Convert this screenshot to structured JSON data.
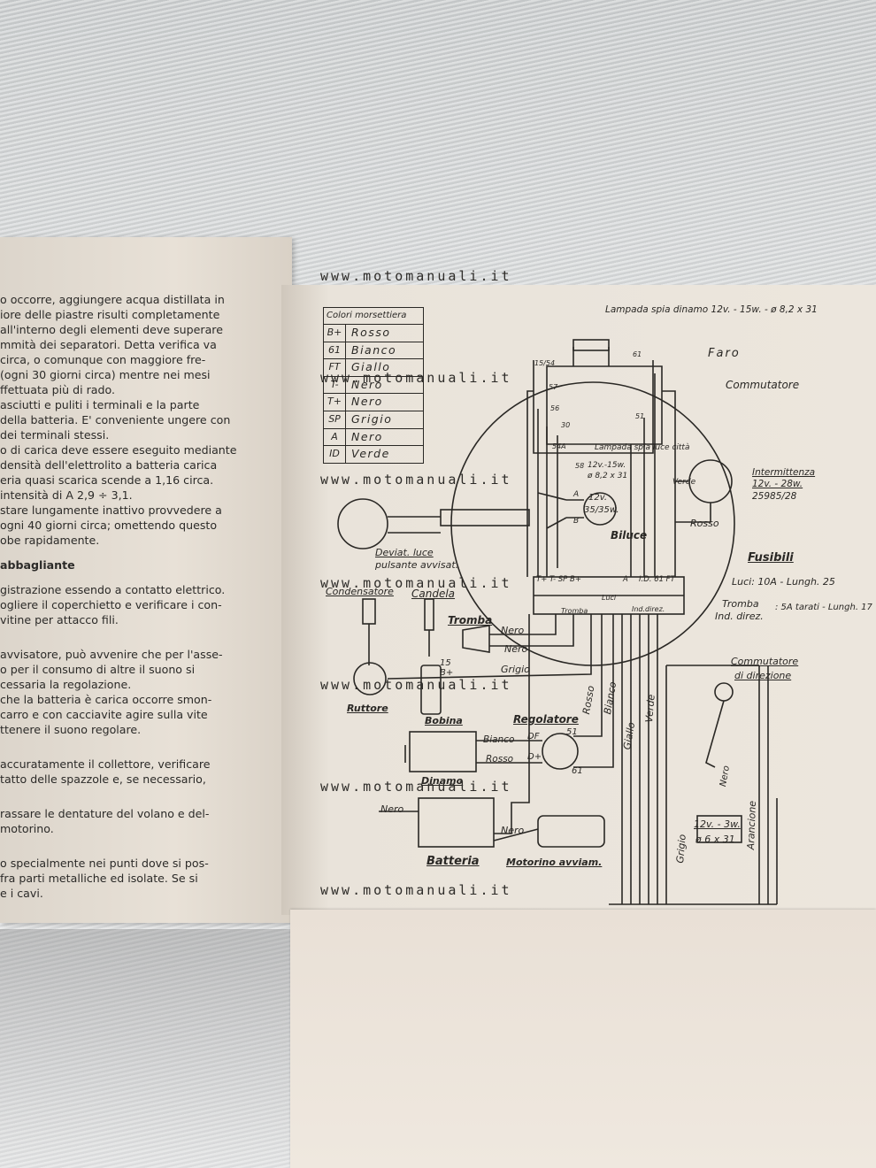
{
  "watermark": "www.motomanuali.it",
  "left_page": {
    "lines": [
      "o occorre, aggiungere acqua distillata in",
      "iore delle piastre risulti completamente",
      "all'interno degli elementi deve superare",
      "mmità dei separatori. Detta verifica va",
      "circa, o comunque con maggiore fre-",
      "(ogni 30 giorni circa) mentre nei mesi",
      "ffettuata più di rado.",
      "asciutti e puliti i terminali e la parte",
      "della batteria. E' conveniente ungere con",
      "dei terminali stessi.",
      "o di carica deve essere eseguito mediante",
      "densità dell'elettrolito a batteria carica",
      "eria quasi scarica scende a 1,16 circa.",
      "intensità di A 2,9 ÷ 3,1.",
      "stare lungamente inattivo provvedere a",
      "ogni 40 giorni circa; omettendo questo",
      "obe rapidamente."
    ],
    "heading": "abbagliante",
    "lines2": [
      "gistrazione essendo a contatto elettrico.",
      "ogliere il coperchietto e verificare i con-",
      "vitine per attacco fili."
    ],
    "lines3": [
      "avvisatore, può avvenire che per l'asse-",
      "o per il consumo di altre il suono si",
      "cessaria la regolazione.",
      "che la batteria è carica occorre smon-",
      "carro e con cacciavite agire sulla vite",
      "ttenere il suono regolare."
    ],
    "lines4": [
      "accuratamente il collettore, verificare",
      "tatto delle spazzole e, se necessario,"
    ],
    "lines5": [
      "rassare le dentature del volano e del-",
      "motorino."
    ],
    "lines6": [
      "o specialmente nei punti dove si pos-",
      "fra parti metalliche ed isolate. Se si",
      "e i cavi."
    ]
  },
  "legend": {
    "title": "Colori morsettiera",
    "rows": [
      {
        "code": "B+",
        "color": "Rosso"
      },
      {
        "code": "61",
        "color": "Bianco"
      },
      {
        "code": "FT",
        "color": "Giallo"
      },
      {
        "code": "T-",
        "color": "Nero"
      },
      {
        "code": "T+",
        "color": "Nero"
      },
      {
        "code": "SP",
        "color": "Grigio"
      },
      {
        "code": "A",
        "color": "Nero"
      },
      {
        "code": "ID",
        "color": "Verde"
      }
    ]
  },
  "labels": {
    "lampada_dinamo": "Lampada spia dinamo 12v. - 15w. - ø 8,2 x 31",
    "faro": "Faro",
    "commutatore": "Commutatore",
    "lampada_citta": "Lampada spia luce città",
    "lampada_citta_spec": "12v.-15w.",
    "lampada_citta_dim": "ø 8,2 x 31",
    "intermittenza": "Intermittenza",
    "intermittenza_spec": "12v. - 28w.",
    "intermittenza_code": "25985/28",
    "verde": "Verde",
    "rosso": "Rosso",
    "biluce_spec1": "12v.",
    "biluce_spec2": "35/35w.",
    "biluce": "Biluce",
    "deviat": "Deviat. luce",
    "pulsante": "pulsante avvisat.",
    "fusibili": "Fusibili",
    "luci": "Luci: 10A - Lungh. 25",
    "tromba_ind": "Tromba",
    "ind_direz": "Ind. direz.",
    "fus_spec": ": 5A tarati - Lungh. 17",
    "condensatore": "Condensatore",
    "candela": "Candela",
    "tromba": "Tromba",
    "nero": "Nero",
    "grigio": "Grigio",
    "commutatore_dir": "Commutatore",
    "di_direzione": "di direzione",
    "ruttore": "Ruttore",
    "bobina": "Bobina",
    "bobina_15": "15",
    "bobina_bplus": "B+",
    "regolatore": "Regolatore",
    "bianco": "Bianco",
    "giallo": "Giallo",
    "dinamo": "Dinamo",
    "batteria": "Batteria",
    "motorino": "Motorino avviam.",
    "stop_spec": "12v. - 3w.",
    "stop_dim": "ø 6 x 31",
    "arancione": "Arancione",
    "t_plus_sp": "T+ T- SP B+",
    "term_a": "A",
    "term_id": "I.D. 61 FT",
    "tromba_small": "Tromba",
    "luci_small": "Luci",
    "ind_small": "Ind.direz.",
    "df": "DF",
    "dplus": "D+",
    "r51": "51",
    "r61": "61",
    "t58": "58",
    "t56": "56",
    "t30": "30",
    "t54a": "54A",
    "t15_54": "15/54",
    "t57": "57",
    "t61": "61",
    "t51": "51",
    "t_a": "A",
    "t_b": "B"
  }
}
